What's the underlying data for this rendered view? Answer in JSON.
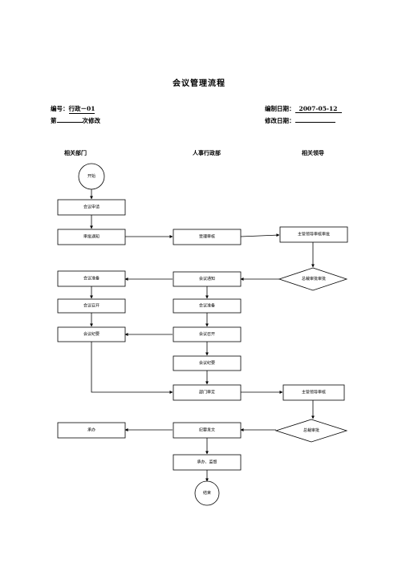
{
  "title": "会议管理流程",
  "meta": {
    "code_label": "编号：",
    "code_value": "行政－01",
    "date_label": "编制日期：",
    "date_value": "2007-05-12",
    "revision_prefix": "第",
    "revision_value": "",
    "revision_suffix": "次修改",
    "revision_date_label": "修改日期：",
    "revision_date_value": ""
  },
  "columns": [
    "相关部门",
    "人事行政部",
    "相关领导"
  ],
  "nodes": {
    "start": "开始",
    "meeting_request": "会议申请",
    "approval_notice": "审批通知",
    "accept_review": "受理审核",
    "supervisor_review_1": "主管领导审核审批",
    "gm_approval_1": "总裁审批审批",
    "meeting_prep_dept": "会议准备",
    "meeting_notice": "会议通知",
    "meeting_hold_dept": "会议召开",
    "meeting_prep_admin": "会议准备",
    "meeting_minutes_dept": "会议纪要",
    "meeting_hold_admin": "会议召开",
    "meeting_minutes_admin": "会议纪要",
    "dept_review": "部门审定",
    "supervisor_review_2": "主管领导审核",
    "execute": "承办",
    "issue_minutes": "纪要发文",
    "handle_supervise": "承办、监督",
    "gm_approval_2": "总裁审批",
    "end": "结束"
  }
}
